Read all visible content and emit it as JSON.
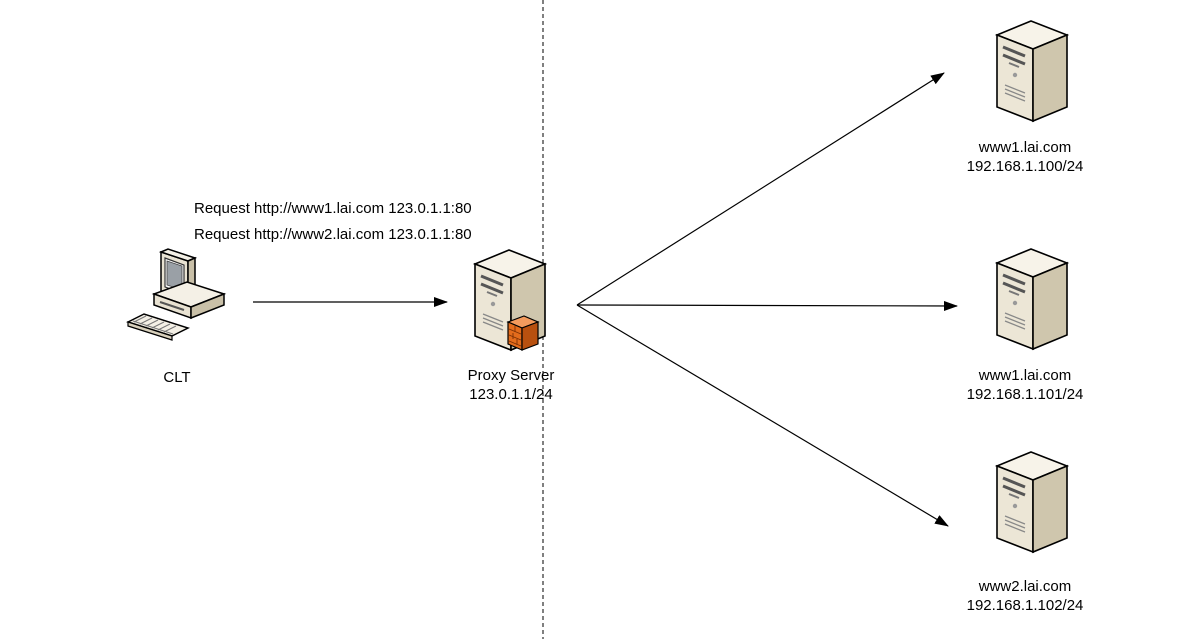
{
  "colors": {
    "line": "#000000",
    "server_face": "#ece6d6",
    "server_side": "#cfc6ad",
    "server_top": "#f7f3e9",
    "firewall": "#e36c1c"
  },
  "requests": [
    "Request http://www1.lai.com 123.0.1.1:80",
    "Request http://www2.lai.com 123.0.1.1:80"
  ],
  "client": {
    "icon": "desktop-computer-icon",
    "label": "CLT"
  },
  "proxy": {
    "icon": "proxy-server-firewall-icon",
    "name": "Proxy Server",
    "ip": "123.0.1.1/24"
  },
  "backends": [
    {
      "icon": "server-icon",
      "host": "www1.lai.com",
      "ip": "192.168.1.100/24"
    },
    {
      "icon": "server-icon",
      "host": "www1.lai.com",
      "ip": "192.168.1.101/24"
    },
    {
      "icon": "server-icon",
      "host": "www2.lai.com",
      "ip": "192.168.1.102/24"
    }
  ]
}
